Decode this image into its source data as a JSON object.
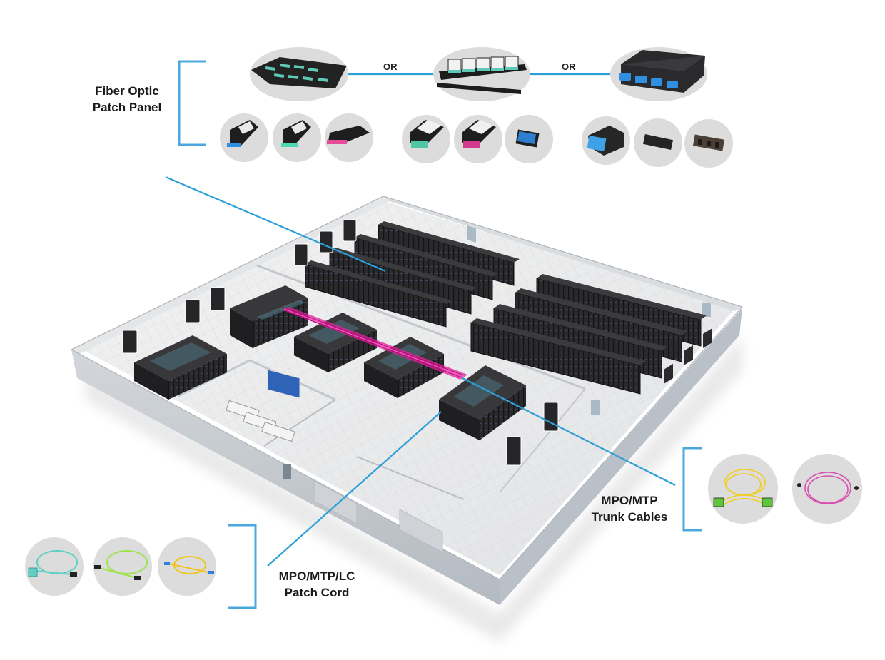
{
  "title": "Data Center Fiber Cabling Solution",
  "colors": {
    "callout_line": "#2a9fd8",
    "bracket": "#4ba8dc",
    "trunk_highlight": "#e0219a",
    "product_bubble": "#dcdcdc",
    "rack": "#2b2b2b",
    "floor": "#ececec",
    "wall": "#c9cdd2"
  },
  "sections": {
    "patch_panel": {
      "label_line1": "Fiber Optic",
      "label_line2": "Patch Panel",
      "or_separators": [
        "OR",
        "OR"
      ],
      "enclosures": [
        {
          "name": "high-density-rack-enclosure",
          "icon": "patch-panel-enclosure-icon",
          "accent": "#5fc9b8"
        },
        {
          "name": "cassette-tray-enclosure",
          "icon": "patch-panel-enclosure-icon",
          "accent": "#5fc9b8"
        },
        {
          "name": "1u-rack-mount-enclosure",
          "icon": "patch-panel-enclosure-icon",
          "accent": "#2f8fe0"
        }
      ],
      "modules": [
        {
          "group": 1,
          "items": [
            {
              "name": "mpo-lc-cassette-blue",
              "accent": "#2f8fe0"
            },
            {
              "name": "mpo-lc-cassette-aqua",
              "accent": "#4fd6b3"
            },
            {
              "name": "mpo-lc-cassette-magenta",
              "accent": "#e84a9c"
            }
          ]
        },
        {
          "group": 2,
          "items": [
            {
              "name": "mtp-cassette-aqua",
              "accent": "#4fc7a5"
            },
            {
              "name": "mtp-cassette-magenta",
              "accent": "#d13a8e"
            },
            {
              "name": "lc-adapter-panel-blue",
              "accent": "#2f7fd0"
            }
          ]
        },
        {
          "group": 3,
          "items": [
            {
              "name": "fhd-cassette-blue",
              "accent": "#3fa2e8"
            },
            {
              "name": "mtp-adapter-panel-black",
              "accent": "#333333"
            },
            {
              "name": "blank-adapter-panel",
              "accent": "#4a4038"
            }
          ]
        }
      ]
    },
    "trunk_cables": {
      "label_line1": "MPO/MTP",
      "label_line2": "Trunk Cables",
      "products": [
        {
          "name": "single-mode-trunk-cable-yellow",
          "icon": "fiber-trunk-cable-icon",
          "color": "#f2cc1c"
        },
        {
          "name": "om4-trunk-cable-magenta",
          "icon": "fiber-trunk-cable-icon",
          "color": "#d94fb0"
        }
      ]
    },
    "patch_cords": {
      "label_line1": "MPO/MTP/LC",
      "label_line2": "Patch Cord",
      "products": [
        {
          "name": "mpo-lc-breakout-cord-aqua",
          "icon": "fiber-patch-cord-icon",
          "color": "#5fd0c4"
        },
        {
          "name": "mpo-mpo-cord-lime",
          "icon": "fiber-patch-cord-icon",
          "color": "#9be44a"
        },
        {
          "name": "lc-lc-cord-yellow",
          "icon": "fiber-patch-cord-icon",
          "color": "#f0c419"
        }
      ]
    }
  }
}
